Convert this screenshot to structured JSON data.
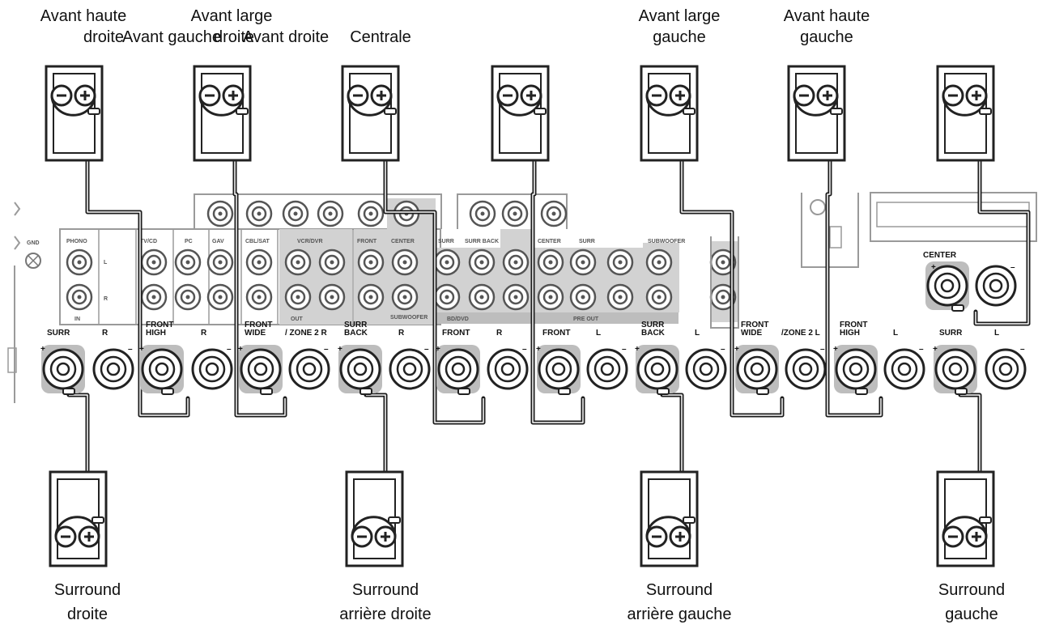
{
  "top_speakers": [
    {
      "label_line1": "Avant haute",
      "label_line2": "droite"
    },
    {
      "label_line1": "Avant large",
      "label_line2": "droite"
    },
    {
      "label_line1": "",
      "label_line2": "Avant gauche"
    },
    {
      "label_line1": "",
      "label_line2": "Avant droite"
    },
    {
      "label_line1": "Avant large",
      "label_line2": "gauche"
    },
    {
      "label_line1": "Avant haute",
      "label_line2": "gauche"
    },
    {
      "label_line1": "",
      "label_line2": "Centrale"
    }
  ],
  "bottom_speakers": [
    {
      "label_line1": "Surround",
      "label_line2": "droite"
    },
    {
      "label_line1": "Surround",
      "label_line2": "arrière droite"
    },
    {
      "label_line1": "Surround",
      "label_line2": "arrière gauche"
    },
    {
      "label_line1": "Surround",
      "label_line2": "gauche"
    }
  ],
  "terminal_groups": [
    {
      "label": "SURR",
      "ch": "R"
    },
    {
      "label": "FRONT HIGH",
      "ch": "R"
    },
    {
      "label": "FRONT WIDE",
      "ch": "/ ZONE 2 R"
    },
    {
      "label": "SURR BACK",
      "ch": "R"
    },
    {
      "label": "FRONT",
      "ch": "R"
    },
    {
      "label": "FRONT",
      "ch": "L"
    },
    {
      "label": "SURR BACK",
      "ch": "L"
    },
    {
      "label": "FRONT WIDE",
      "ch": "/ZONE 2 L"
    },
    {
      "label": "FRONT HIGH",
      "ch": "L"
    },
    {
      "label": "SURR",
      "ch": "L"
    }
  ],
  "center_terminal": {
    "label": "CENTER"
  },
  "panel_labels": {
    "phono": "PHONO",
    "tvcd": "TV/CD",
    "pc": "PC",
    "gav": "GAV",
    "cblsat": "CBL/SAT",
    "vcrdvr": "VCR/DVR",
    "front": "FRONT",
    "center": "CENTER",
    "surr": "SURR",
    "surrback": "SURR BACK",
    "bddvd": "BD/DVD",
    "preout": "PRE OUT",
    "subwoofer": "SUBWOOFER",
    "gnd": "GND",
    "l": "L",
    "r": "R",
    "in": "IN",
    "out": "OUT"
  }
}
